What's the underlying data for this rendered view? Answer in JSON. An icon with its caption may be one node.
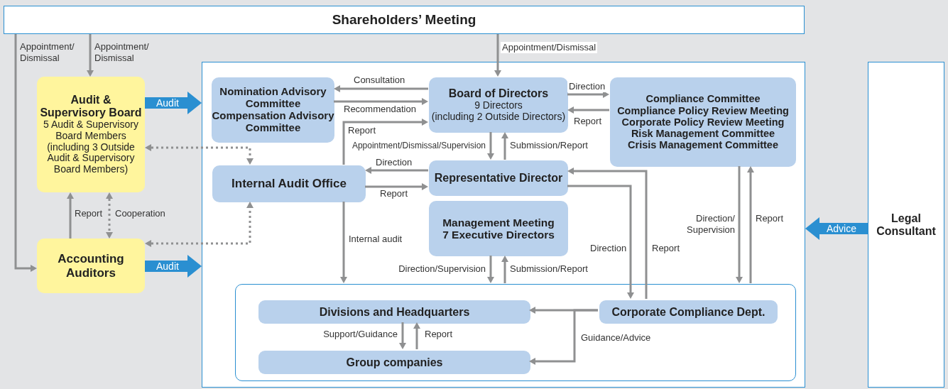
{
  "diagram": {
    "nodes": [
      {
        "text": [
          "Shareholders’ Meeting"
        ]
      },
      {
        "text": [
          "Audit & Supervisory Board",
          "5 Audit & Supervisory Board Members",
          "(including 3 Outside Audit & Supervisory Board Members)"
        ]
      },
      {
        "text": [
          "Accounting Auditors"
        ]
      },
      {
        "text": [],
        "shape": "box"
      },
      {
        "text": [
          "Nomination Advisory Committee",
          "Compensation Advisory Committee"
        ],
        "in": 3
      },
      {
        "text": [
          "Board of Directors",
          "9 Directors",
          "(including 2 Outside Directors)"
        ],
        "in": 3
      },
      {
        "text": [
          "Compliance Committee",
          "Compliance Policy Review Meeting",
          "Corporate Policy Review Meeting",
          "Risk Management Committee",
          "Crisis Management Committee"
        ],
        "in": 3
      },
      {
        "text": [
          "Internal Audit Office"
        ],
        "in": 3
      },
      {
        "text": [
          "Representative Director"
        ],
        "in": 3
      },
      {
        "text": [
          "Management Meeting",
          "7 Executive Directors"
        ],
        "in": 3
      },
      {
        "text": [],
        "shape": "box",
        "in": 3
      },
      {
        "text": [
          "Divisions and Headquarters"
        ],
        "in": 10
      },
      {
        "text": [
          "Corporate Compliance Dept."
        ],
        "in": 10
      },
      {
        "text": [
          "Group companies"
        ],
        "in": 10
      },
      {
        "text": [
          "Legal Consultant"
        ]
      }
    ],
    "edges": [
      {
        "from": 0,
        "to": 2,
        "label": "Appointment/ Dismissal",
        "arrow": "to"
      },
      {
        "from": 0,
        "to": 1,
        "label": "Appointment/ Dismissal",
        "arrow": "to"
      },
      {
        "from": 0,
        "to": 5,
        "label": "Appointment/Dismissal",
        "arrow": "to"
      },
      {
        "from": 1,
        "to": 3,
        "label": "Audit",
        "arrow": "to",
        "style": "thick",
        "color": "#2a8fd1"
      },
      {
        "from": 2,
        "to": 3,
        "label": "Audit",
        "arrow": "to",
        "style": "thick",
        "color": "#2a8fd1"
      },
      {
        "from": 14,
        "to": 3,
        "label": "Advice",
        "arrow": "to",
        "style": "thick",
        "color": "#2a8fd1"
      },
      {
        "from": 2,
        "to": 1,
        "label": "Report",
        "arrow": "to"
      },
      {
        "from": 1,
        "to": 2,
        "label": "Cooperation",
        "arrow": "both",
        "style": "dashed"
      },
      {
        "from": 1,
        "to": 7,
        "arrow": "both",
        "style": "dashed"
      },
      {
        "from": 2,
        "to": 7,
        "arrow": "both",
        "style": "dashed"
      },
      {
        "from": 5,
        "to": 4,
        "label": "Consultation",
        "arrow": "to"
      },
      {
        "from": 4,
        "to": 5,
        "label": "Recommendation",
        "arrow": "to"
      },
      {
        "from": 7,
        "to": 5,
        "label": "Report",
        "arrow": "to"
      },
      {
        "from": 5,
        "to": 6,
        "label": "Direction",
        "arrow": "to"
      },
      {
        "from": 6,
        "to": 5,
        "label": "Report",
        "arrow": "to"
      },
      {
        "from": 5,
        "to": 8,
        "label": "Appointment/Dismissal/Supervision",
        "arrow": "to"
      },
      {
        "from": 8,
        "to": 5,
        "label": "Submission/Report",
        "arrow": "to"
      },
      {
        "from": 8,
        "to": 7,
        "label": "Direction",
        "arrow": "to"
      },
      {
        "from": 7,
        "to": 8,
        "label": "Report",
        "arrow": "to"
      },
      {
        "from": 7,
        "to": 10,
        "label": "Internal audit",
        "arrow": "to"
      },
      {
        "from": 9,
        "to": 10,
        "label": "Direction/Supervision",
        "arrow": "to"
      },
      {
        "from": 10,
        "to": 9,
        "label": "Submission/Report",
        "arrow": "to"
      },
      {
        "from": 8,
        "to": 12,
        "label": "Direction",
        "arrow": "to"
      },
      {
        "from": 12,
        "to": 8,
        "label": "Report",
        "arrow": "to"
      },
      {
        "from": 6,
        "to": 10,
        "label": "Direction/ Supervision",
        "arrow": "to"
      },
      {
        "from": 10,
        "to": 6,
        "label": "Report",
        "arrow": "to"
      },
      {
        "from": 12,
        "to": 11,
        "arrow": "to"
      },
      {
        "from": 12,
        "to": 13,
        "label": "Guidance/Advice",
        "arrow": "to"
      },
      {
        "from": 11,
        "to": 13,
        "label": "Support/Guidance",
        "arrow": "to"
      },
      {
        "from": 13,
        "to": 11,
        "label": "Report",
        "arrow": "to"
      }
    ]
  }
}
